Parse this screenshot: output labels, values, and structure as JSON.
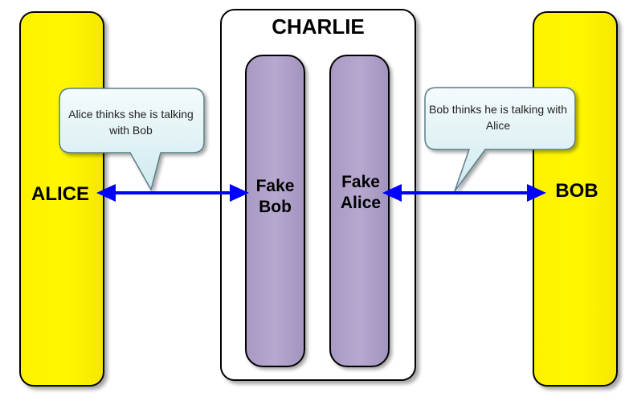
{
  "parties": {
    "alice": {
      "label": "ALICE"
    },
    "bob": {
      "label": "BOB"
    }
  },
  "attacker": {
    "label": "CHARLIE",
    "fake_bob": "Fake Bob",
    "fake_alice": "Fake Alice"
  },
  "callouts": {
    "alice": "Alice thinks she is talking with Bob",
    "bob": "Bob thinks he is talking with Alice"
  },
  "colors": {
    "party_fill": "#fff200",
    "fake_fill": "#b0a2ca",
    "arrow": "#0000ff",
    "callout_fill": "#e6f6f8"
  }
}
